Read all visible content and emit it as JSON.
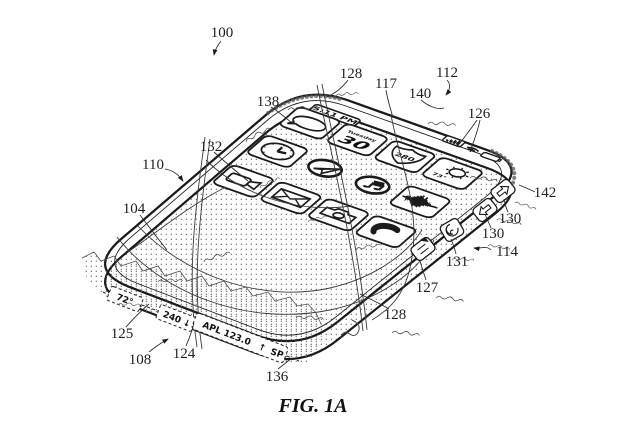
{
  "figure": {
    "caption": "FIG. 1A",
    "reference_labels": {
      "n100": "100",
      "n104": "104",
      "n108": "108",
      "n110": "110",
      "n112": "112",
      "n114": "114",
      "n117": "117",
      "n124": "124",
      "n125": "125",
      "n126": "126",
      "n127": "127",
      "n128_top": "128",
      "n128_bottom": "128",
      "n130_upper": "130",
      "n130_lower": "130",
      "n131": "131",
      "n132": "132",
      "n136": "136",
      "n138": "138",
      "n140": "140",
      "n142": "142"
    }
  },
  "screen": {
    "status_bar": {
      "time": "5:11 PM"
    },
    "calendar_icon": {
      "weekday": "Tuesday",
      "day": "30"
    },
    "maps_icon": {
      "route": "280"
    },
    "weather_icon": {
      "temperature": "73°"
    }
  },
  "edge_display": {
    "temperature": "72°",
    "volume": "240",
    "volume_arrow": "↓",
    "stock_quote": "APL 123.0",
    "stock_arrow": "↑",
    "ticker_symbol": "SP"
  }
}
